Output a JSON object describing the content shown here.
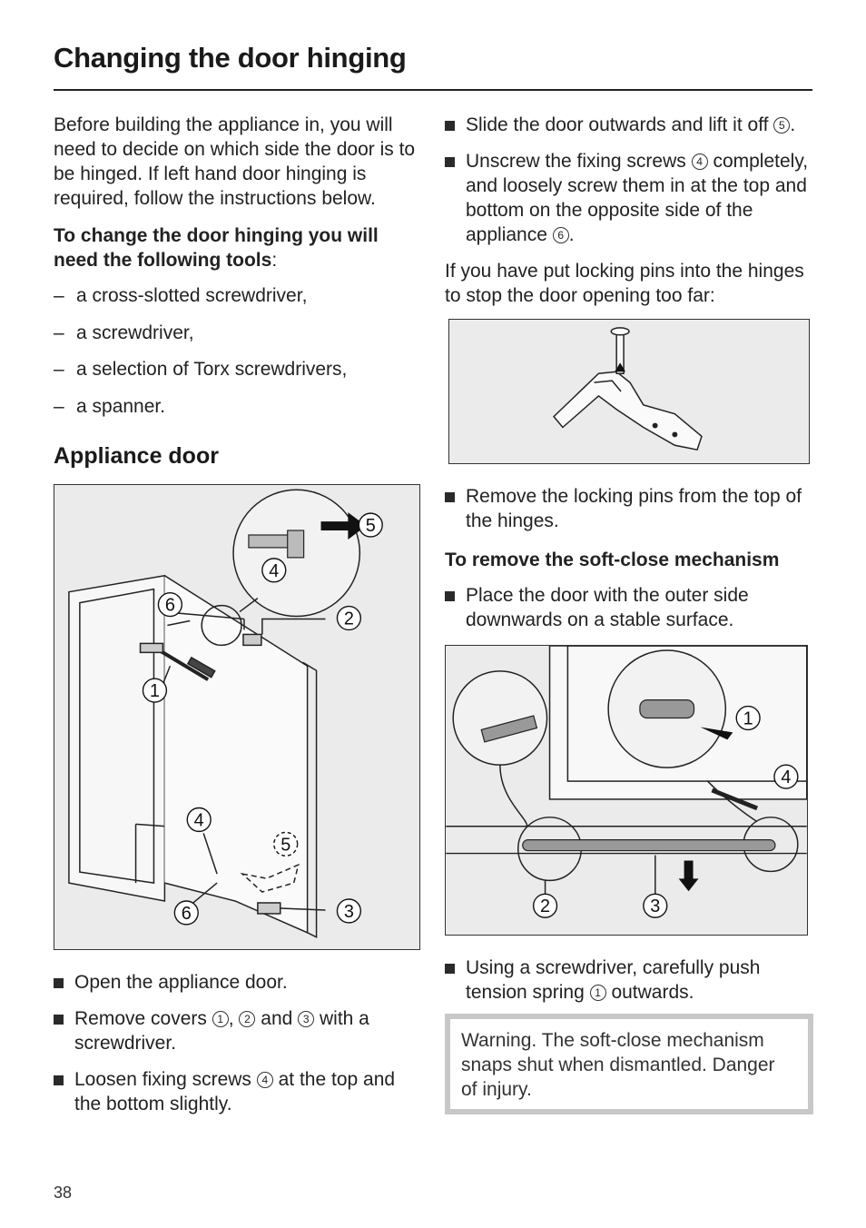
{
  "title": "Changing the door hinging",
  "left": {
    "intro": "Before building the appliance in, you will need to decide on which side the door is to be hinged. If left hand door hinging is required, follow the instructions below.",
    "tools_heading_bold": "To change the door hinging you will need the following tools",
    "tools_heading_colon": ":",
    "tools": [
      "a cross-slotted screwdriver,",
      "a screwdriver,",
      "a selection of Torx screwdrivers,",
      "a spanner."
    ],
    "dash": "–",
    "section_title": "Appliance door",
    "figure_callouts": [
      "1",
      "2",
      "3",
      "4",
      "5",
      "6"
    ],
    "steps": {
      "s1": "Open the appliance door.",
      "s2_a": "Remove covers",
      "s2_sep1": ",",
      "s2_and": "and",
      "s2_b": "with a screwdriver.",
      "s3_a": "Loosen fixing screws",
      "s3_b": "at the top and the bottom slightly."
    }
  },
  "right": {
    "b1_a": "Slide the door outwards and lift it off",
    "b1_b": ".",
    "b2_a": "Unscrew the fixing screws",
    "b2_b": "completely, and loosely screw them in at the top and bottom on the opposite side of the appliance",
    "b2_c": ".",
    "locking_intro": "If you have put locking pins into the hinges to stop the door opening too far:",
    "b3": "Remove the locking pins from the top of the hinges.",
    "softclose_heading": "To remove the soft-close mechanism",
    "b4": "Place the door with the outer side downwards on a stable surface.",
    "soft_callouts": [
      "1",
      "2",
      "3",
      "4"
    ],
    "b5_a": "Using a screwdriver, carefully push tension spring",
    "b5_b": "outwards.",
    "warning": "Warning. The soft-close mechanism snaps shut when dismantled. Danger of injury."
  },
  "circled": {
    "n1": "1",
    "n2": "2",
    "n3": "3",
    "n4": "4",
    "n5": "5",
    "n6": "6"
  },
  "page_number": "38"
}
